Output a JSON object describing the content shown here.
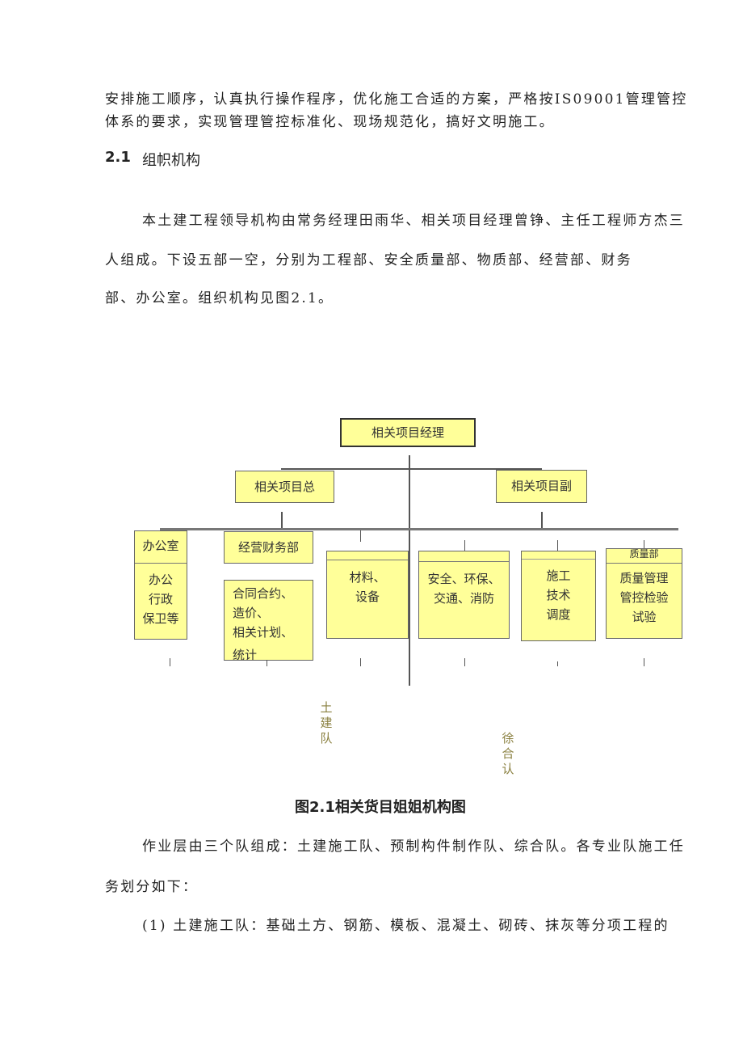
{
  "paragraphs": {
    "intro_line1": "安排施工顺序，认真执行操作程序，优化施工合适的方案，严格按IS09001管理管控",
    "intro_line2": "体系的要求，实现管理管控标准化、现场规范化，搞好文明施工。",
    "section_number": "2.1",
    "section_title": "组帜机构",
    "org_line1": "本土建工程领导机构由常务经理田雨华、相关项目经理曾铮、主任工程师方杰三",
    "org_line2": "人组成。下设五部一空，分别为工程部、安全质量部、物质部、经营部、财务",
    "org_line3": "部、办公室。组织机构见图2.1。",
    "team_line1": "作业层由三个队组成：土建施工队、预制构件制作队、综合队。各专业队施工任",
    "team_line2": "务划分如下：",
    "item1": "(1)  土建施工队：基础土方、钢筋、模板、混凝土、砌砖、抹灰等分项工程的"
  },
  "chart": {
    "top": "相关项目经理",
    "left_mid": "相关项目总",
    "right_mid": "相关项目副",
    "office_title": "办公室",
    "office_body": [
      "办公",
      "行政",
      "保卫等"
    ],
    "finance_title": "经营财务部",
    "finance_body": [
      "合同合约、",
      "造价、",
      "相关计划、",
      "统计"
    ],
    "material_body": [
      "材料、",
      "设备"
    ],
    "safety_body": [
      "安全、环保、",
      "交通、消防"
    ],
    "tech_body": [
      "施工",
      "技术",
      "调度"
    ],
    "quality_title": "质量部",
    "quality_body": [
      "质量管理",
      "管控检验",
      "试验"
    ],
    "team_civil": "土建队",
    "team_general": "徐合认"
  },
  "caption": "图2.1相关货目姐姐机构图"
}
